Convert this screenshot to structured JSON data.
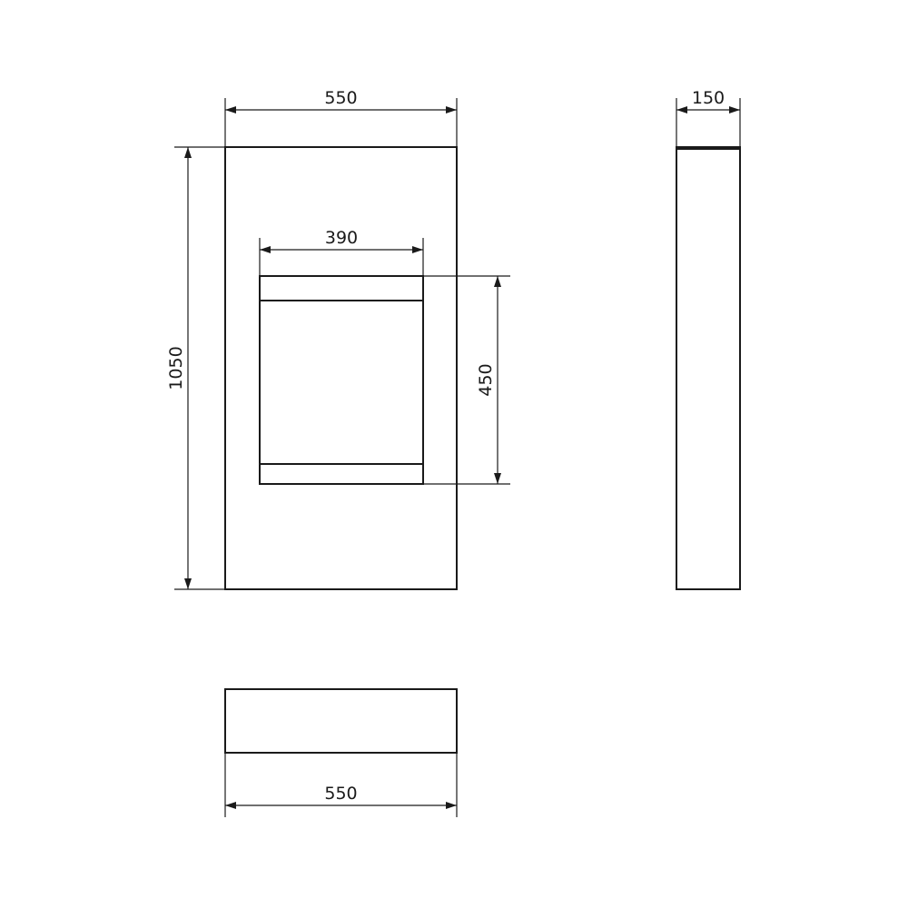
{
  "dimensions": {
    "front_width": "550",
    "front_height": "1050",
    "opening_width": "390",
    "opening_height": "450",
    "side_depth": "150",
    "top_width": "550"
  }
}
